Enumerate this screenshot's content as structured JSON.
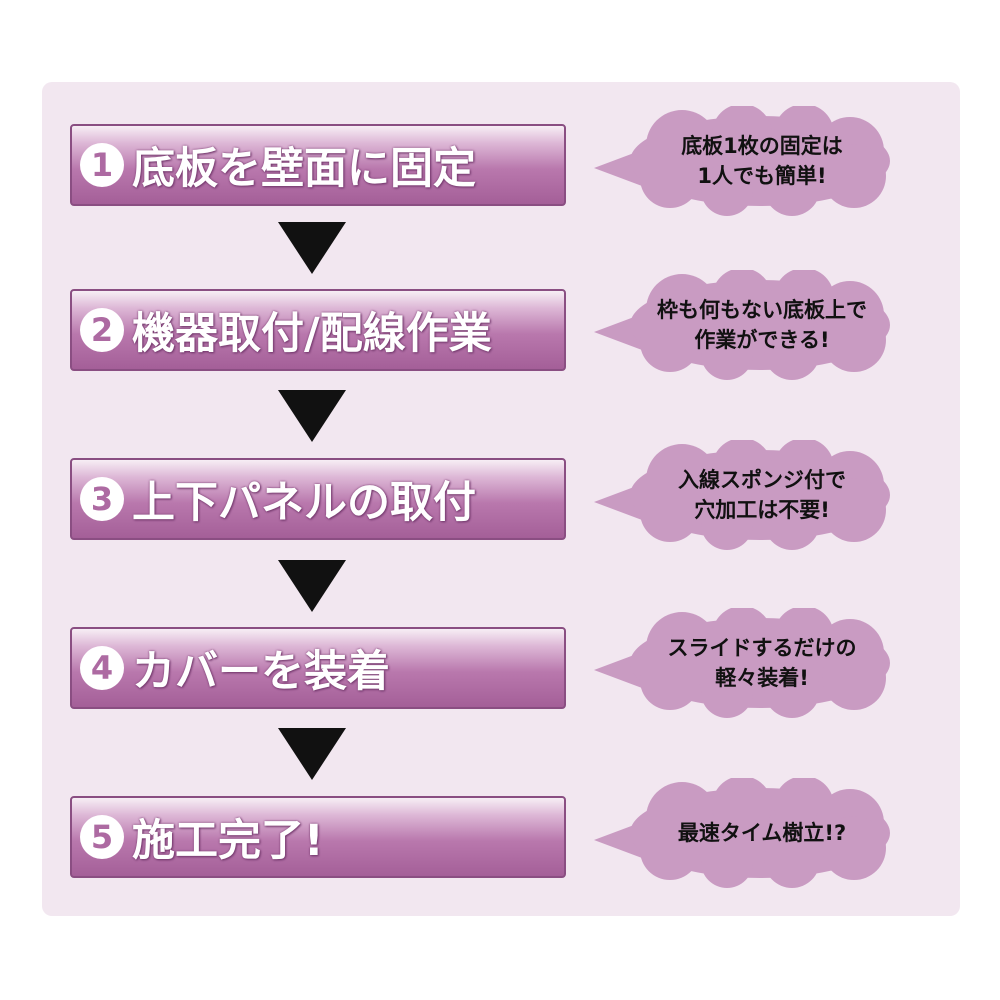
{
  "steps": [
    {
      "num": "1",
      "label": "底板を壁面に固定"
    },
    {
      "num": "2",
      "label": "機器取付/配線作業"
    },
    {
      "num": "3",
      "label": "上下パネルの取付"
    },
    {
      "num": "4",
      "label": "カバーを装着"
    },
    {
      "num": "5",
      "label": "施工完了!"
    }
  ],
  "notes": [
    {
      "line1": "底板1枚の固定は",
      "line2": "1人でも簡単!"
    },
    {
      "line1": "枠も何もない底板上で",
      "line2": "作業ができる!"
    },
    {
      "line1": "入線スポンジ付で",
      "line2": "穴加工は不要!"
    },
    {
      "line1": "スライドするだけの",
      "line2": "軽々装着!"
    },
    {
      "line1": "最速タイム樹立!?",
      "line2": ""
    }
  ],
  "colors": {
    "panel_bg": "#f2e7f0",
    "step_fill": "#b978ad",
    "bubble_fill": "#c99bc2",
    "arrow": "#111111"
  }
}
